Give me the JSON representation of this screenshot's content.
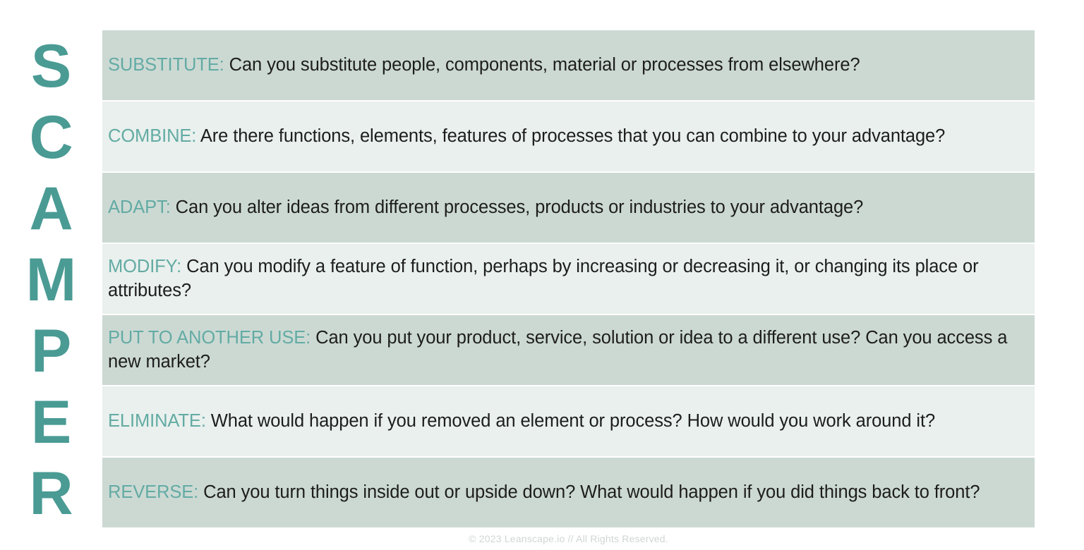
{
  "acronym": {
    "letters": [
      "S",
      "C",
      "A",
      "M",
      "P",
      "E",
      "R"
    ]
  },
  "colors": {
    "letter_teal": "#4a9b94",
    "keyword_teal": "#63aba4",
    "row_dark": "#ccd9d3",
    "row_light": "#e9f0ed",
    "body_text": "#1d1d1d",
    "footer_text": "#cfd6d3",
    "page_background": "#ffffff"
  },
  "rows": [
    {
      "letter": "S",
      "keyword": "SUBSTITUTE:",
      "text": " Can you substitute people, components, material or processes from elsewhere?",
      "shade": "dark"
    },
    {
      "letter": "C",
      "keyword": "COMBINE:",
      "text": " Are there functions, elements, features of processes that you can combine to your advantage?",
      "shade": "light"
    },
    {
      "letter": "A",
      "keyword": "ADAPT:",
      "text": " Can you alter ideas from different processes, products or industries to your advantage?",
      "shade": "dark"
    },
    {
      "letter": "M",
      "keyword": "MODIFY:",
      "text": " Can you modify a feature of function, perhaps by increasing or decreasing it, or changing its place or attributes?",
      "shade": "light"
    },
    {
      "letter": "P",
      "keyword": "PUT TO ANOTHER USE:",
      "text": " Can you put your product, service, solution or idea to a different use? Can you access a new market?",
      "shade": "dark"
    },
    {
      "letter": "E",
      "keyword": "ELIMINATE:",
      "text": " What would happen if you removed an element or process? How would you work around it?",
      "shade": "light"
    },
    {
      "letter": "R",
      "keyword": "REVERSE:",
      "text": " Can you turn things inside out or upside down? What would happen if you did things back to front?",
      "shade": "dark"
    }
  ],
  "footer": {
    "copyright": "© 2023 Leanscape.io // All Rights Reserved."
  }
}
